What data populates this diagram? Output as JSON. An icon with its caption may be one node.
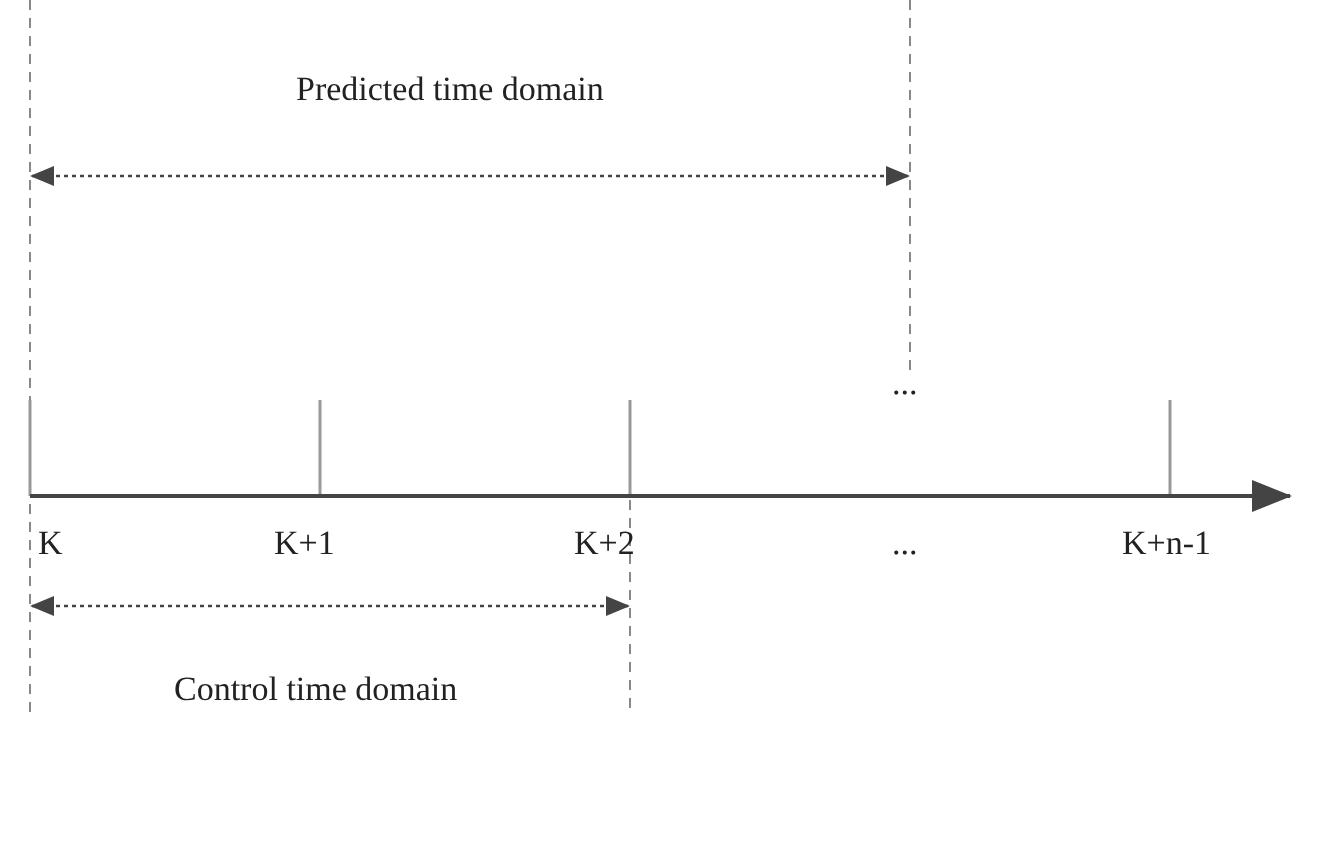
{
  "diagram": {
    "labels": [
      "Predicted time domain",
      "...",
      "K",
      "K+1",
      "K+2",
      "...",
      "K+n-1",
      "Control time domain"
    ]
  }
}
